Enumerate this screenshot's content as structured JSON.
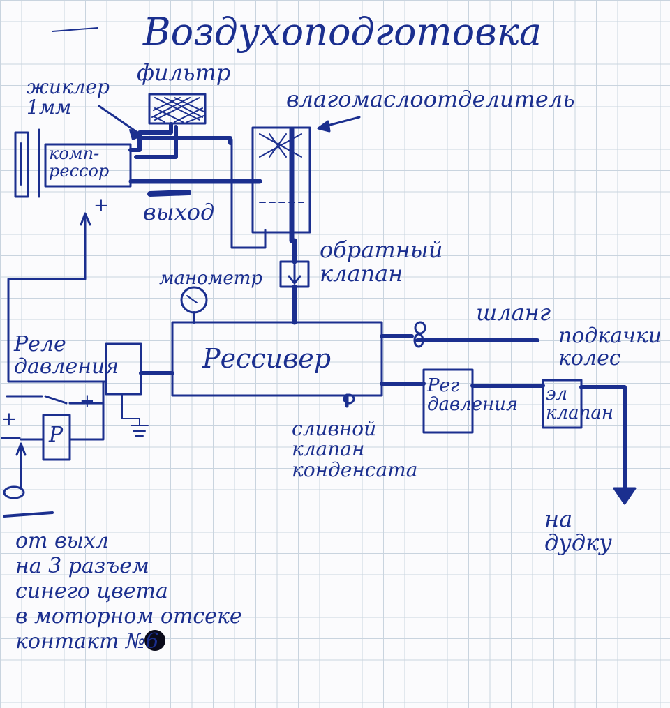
{
  "title": "Воздухоподготовка",
  "labels": {
    "filter": "фильтр",
    "jet": "жиклер\n1мм",
    "compressor": "комп-\nрессор",
    "output": "выход",
    "separator": "влагомаслоотделитель",
    "check_valve": "обратный\nклапан",
    "gauge": "манометр",
    "receiver": "Рессивер",
    "pressure_relay": "Реле\nдавления",
    "hose": "шланг",
    "tire_inflation": "подкачки\nколес",
    "regulator": "Рег\nдавления",
    "el_valve": "эл\nклапан",
    "drain_valve": "сливной\nклапан\nконденсата",
    "to_horn": "на\nдудку",
    "p_box": "Р",
    "plus_compressor": "+",
    "plus_relay": "+",
    "plus_left": "+",
    "note": "от выхл\nна 3 разъем\nсинего цвета\nв моторном отсеке\nконтакт №6"
  },
  "colors": {
    "ink": "#1b2f8f",
    "grid": "#b9c7d6",
    "paper": "#fbfbfd"
  }
}
